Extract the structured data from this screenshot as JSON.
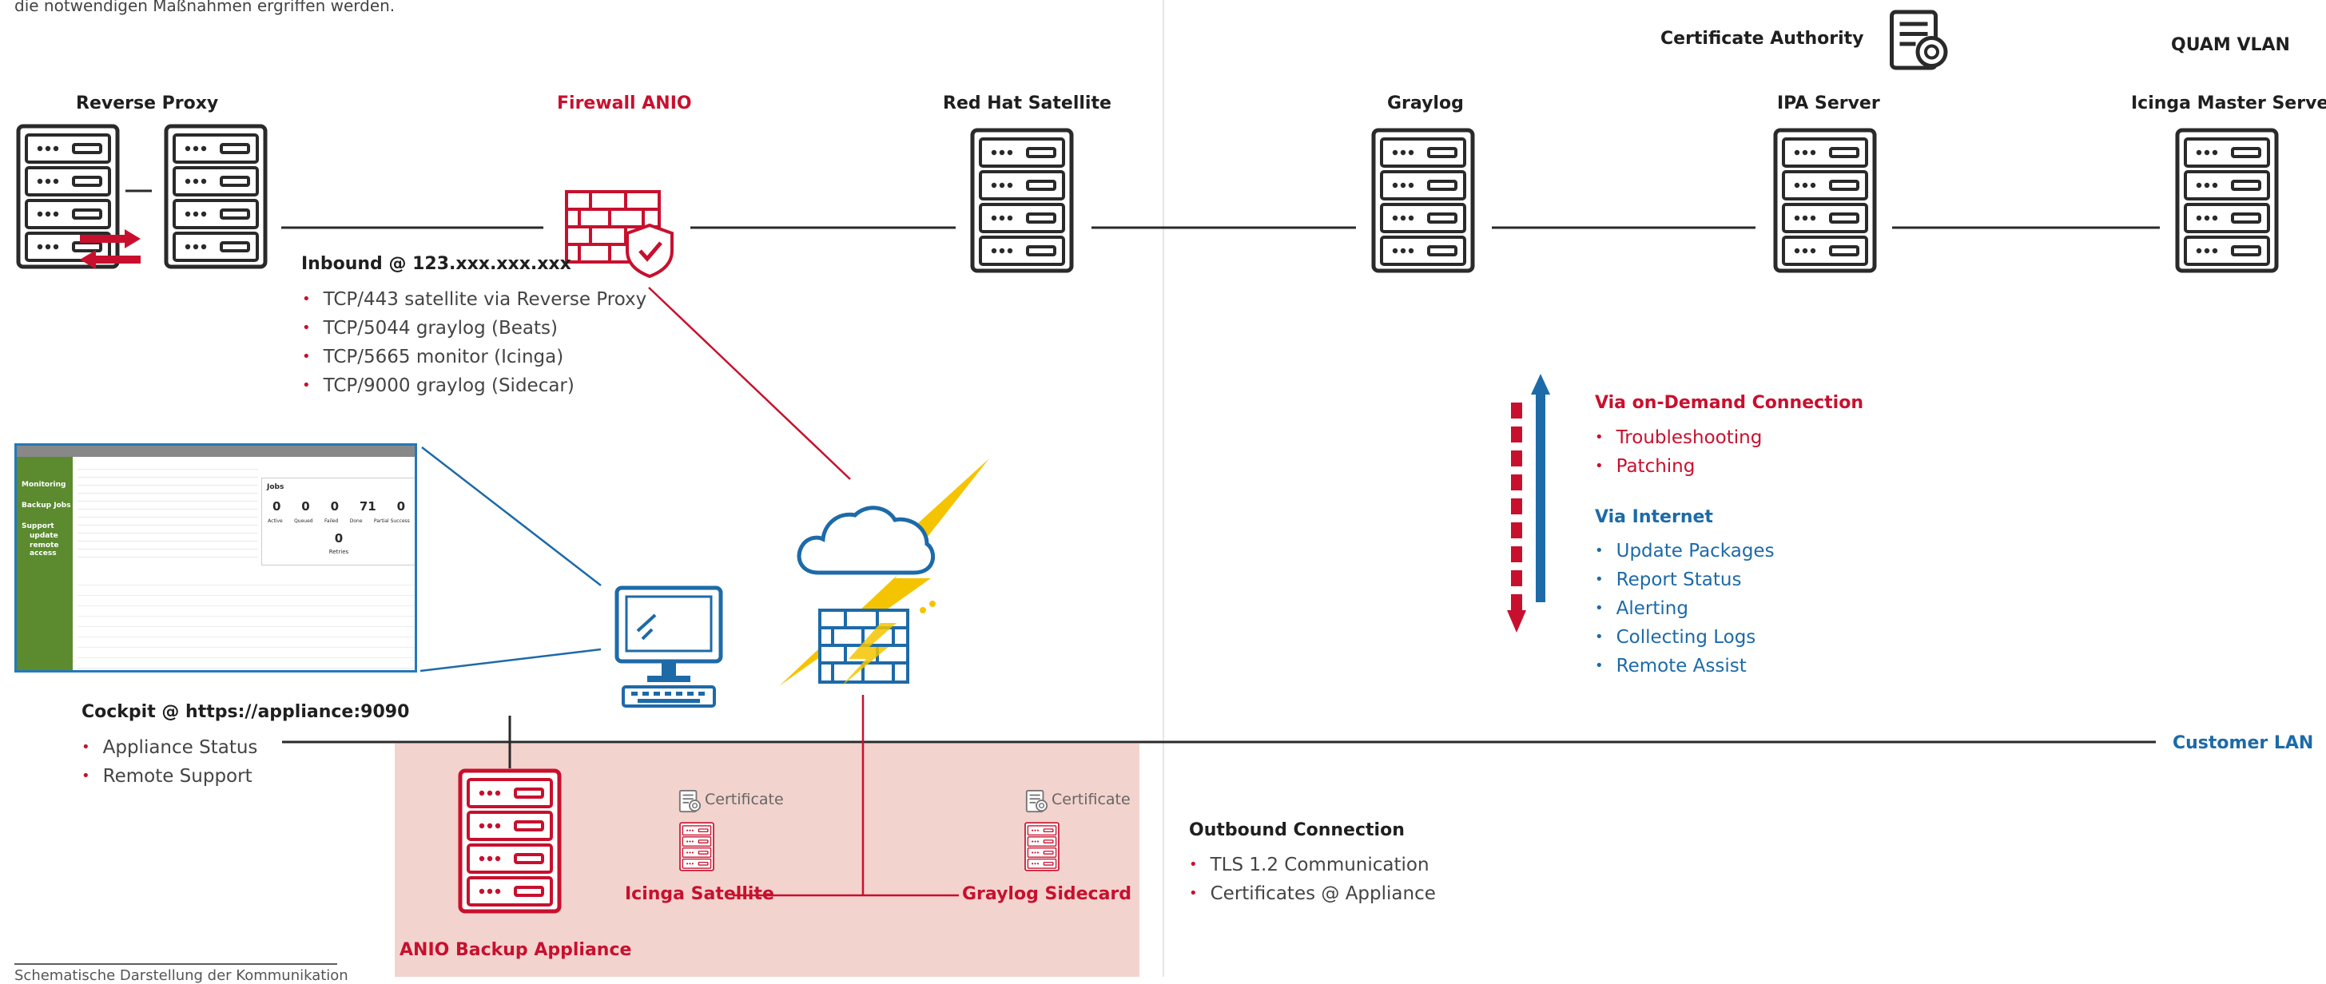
{
  "header_fragment": "die notwendigen Maßnahmen ergriffen werden.",
  "footer_fragment": "Schematische Darstellung der Kommunikation",
  "ca_label": "Certificate Authority",
  "vlan_label": "QUAM VLAN",
  "nodes": {
    "reverse_proxy": "Reverse Proxy",
    "firewall": "Firewall ANIO",
    "satellite": "Red Hat Satellite",
    "graylog": "Graylog",
    "ipa": "IPA Server",
    "icinga_master": "Icinga Master Server",
    "backup_appliance": "ANIO Backup Appliance",
    "icinga_satellite": "Icinga Satellite",
    "graylog_sidecard": "Graylog Sidecard"
  },
  "certificate_label": "Certificate",
  "inbound": {
    "title": "Inbound @ 123.xxx.xxx.xxx",
    "items": [
      "TCP/443 satellite via Reverse Proxy",
      "TCP/5044 graylog (Beats)",
      "TCP/5665 monitor (Icinga)",
      "TCP/9000 graylog (Sidecar)"
    ]
  },
  "on_demand": {
    "title": "Via on-Demand Connection",
    "items": [
      "Troubleshooting",
      "Patching"
    ]
  },
  "internet": {
    "title": "Via Internet",
    "items": [
      "Update Packages",
      "Report Status",
      "Alerting",
      "Collecting Logs",
      "Remote Assist"
    ]
  },
  "cockpit": {
    "title": "Cockpit @ https://appliance:9090",
    "items": [
      "Appliance Status",
      "Remote Support"
    ]
  },
  "customer_lan": "Customer LAN",
  "outbound": {
    "title": "Outbound Connection",
    "items": [
      "TLS 1.2 Communication",
      "Certificates @ Appliance"
    ]
  },
  "screenshot": {
    "sidebar": [
      "Monitoring",
      "Backup Jobs",
      "Support",
      "update",
      "remote access"
    ],
    "jobs_title": "Jobs",
    "jobs_values": [
      "0",
      "0",
      "0",
      "71",
      "0"
    ],
    "jobs_labels": [
      "Active",
      "Queued",
      "Failed",
      "Done",
      "Partial Success"
    ],
    "retries_value": "0",
    "retries_label": "Retries"
  },
  "colors": {
    "red": "#c8102e",
    "blue": "#1d6aa8",
    "dark": "#2a2a2a",
    "yellow": "#f5c400",
    "pink": "#f3d3cd",
    "green": "#5b8a2f"
  }
}
